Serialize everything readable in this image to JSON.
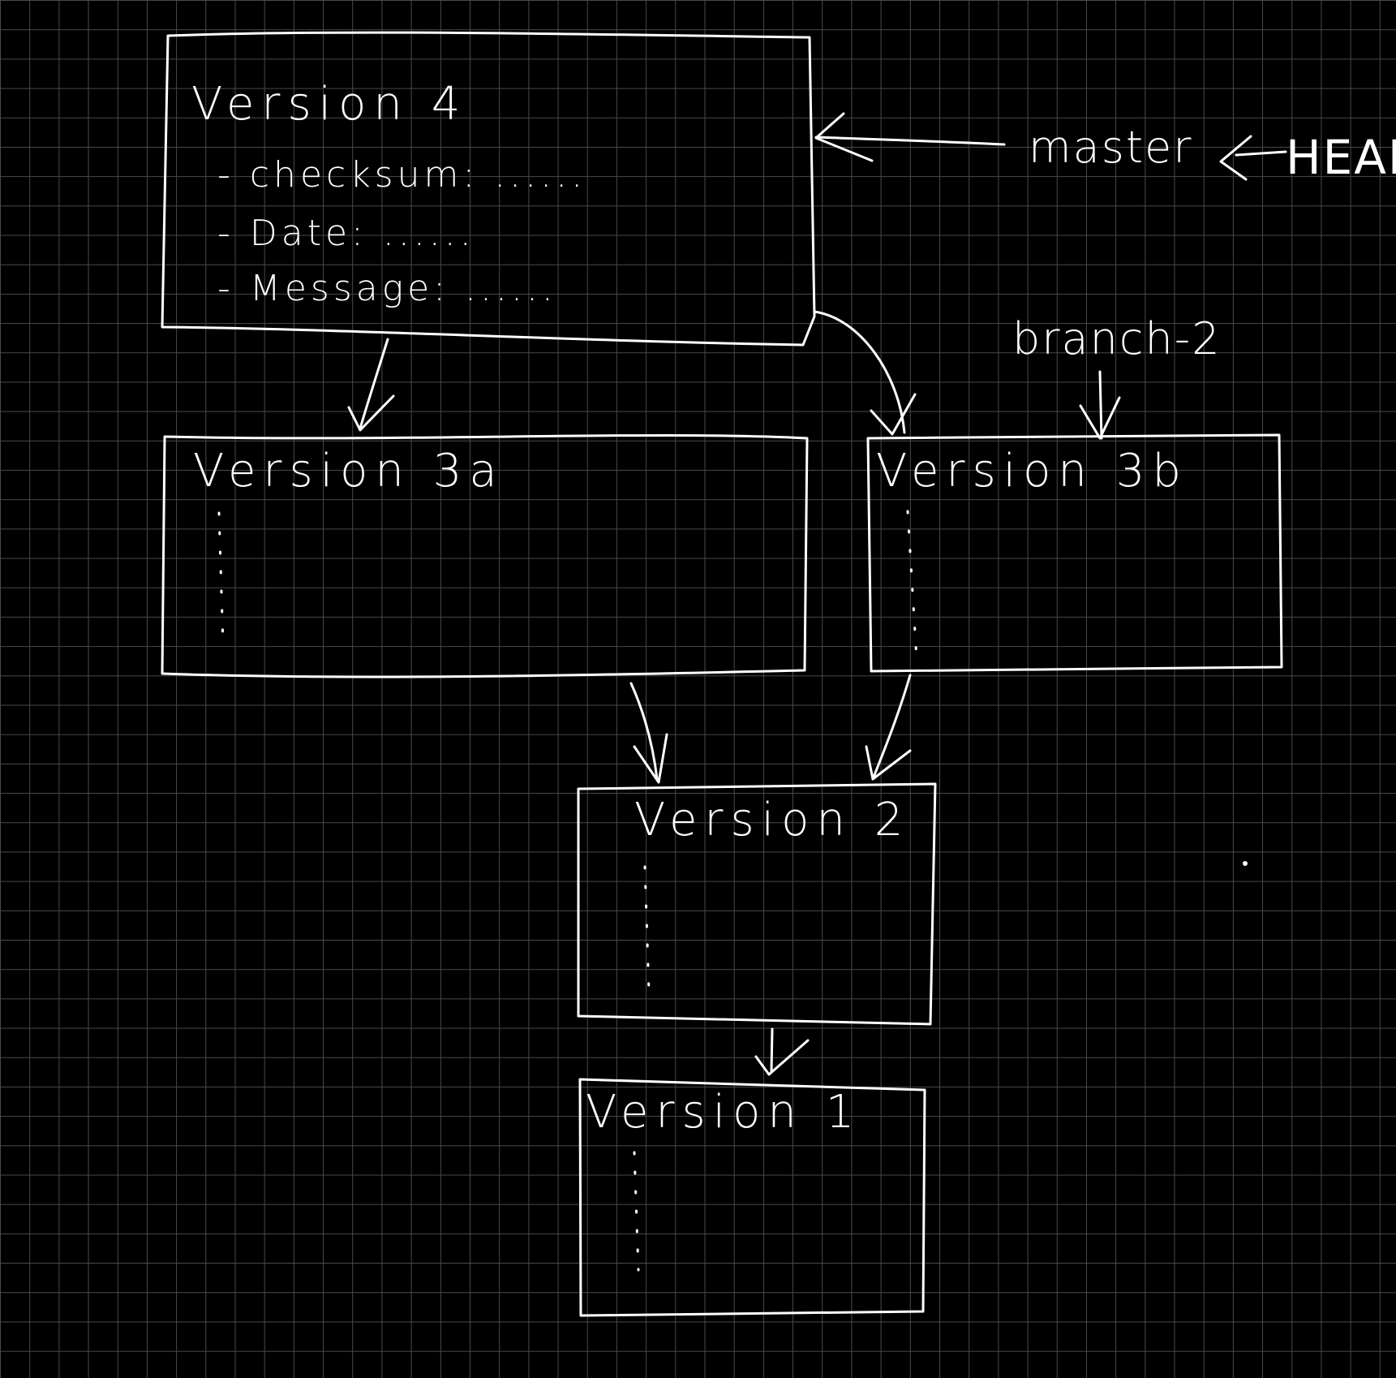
{
  "nodes": {
    "v4": {
      "title": "Version 4",
      "fields": [
        "- checksum: ......",
        "- Date: ......",
        "- Message: ......"
      ]
    },
    "v3a": {
      "title": "Version 3a"
    },
    "v3b": {
      "title": "Version 3b"
    },
    "v2": {
      "title": "Version 2"
    },
    "v1": {
      "title": "Version 1"
    }
  },
  "pointers": {
    "master": "master",
    "head": "HEAD",
    "branch2": "branch-2"
  }
}
